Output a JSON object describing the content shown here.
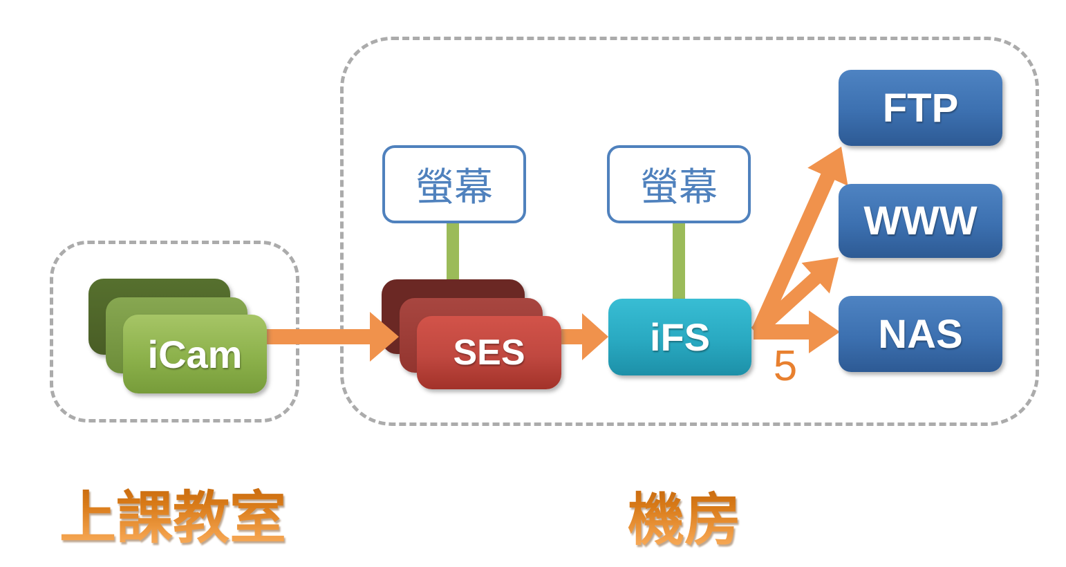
{
  "diagram": {
    "classroom": {
      "caption": "上課教室",
      "nodes": {
        "icam": "iCam"
      }
    },
    "server_room": {
      "caption": "機房",
      "nodes": {
        "monitor_ses": "螢幕",
        "ses": "SES",
        "monitor_ifs": "螢幕",
        "ifs": "iFS",
        "ftp": "FTP",
        "www": "WWW",
        "nas": "NAS"
      },
      "fanout_count_label": "5"
    },
    "colors": {
      "arrow_orange": "#F0924C",
      "connector_green": "#9BBB59",
      "caption_orange": "#E0801F",
      "count_orange": "#E8802F",
      "icam_green": "#8CB14B",
      "ses_red": "#C04840",
      "ifs_teal": "#29A9C1",
      "server_blue": "#3C70B0",
      "monitor_border_blue": "#4F81BD",
      "group_border_gray": "#ABABAB"
    }
  }
}
